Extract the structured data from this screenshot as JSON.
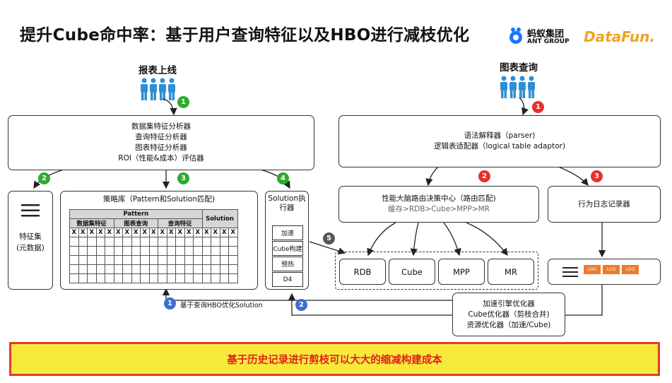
{
  "title": "提升Cube命中率：基于用户查询特征以及HBO进行减枝优化",
  "logos": {
    "ant_cn": "蚂蚁集团",
    "ant_en": "ANT GROUP",
    "datafun": "DataFun."
  },
  "colors": {
    "green": "#2eaa2e",
    "red": "#e8302a",
    "blue": "#3a6fd8",
    "gray": "#555555",
    "banner_bg": "#f7e93c",
    "banner_text": "#e0201b",
    "log_orange": "#f07a2a",
    "people_blue": "#2f8fd6"
  },
  "left": {
    "heading": "报表上线",
    "analyzers": [
      "数据集特征分析器",
      "查询特征分析器",
      "图表特征分析器",
      "ROI（性能&成本）评估器"
    ],
    "feature_set": {
      "icon": "hamburger-icon",
      "line1": "特征集",
      "line2": "(元数据)"
    },
    "strategy": {
      "title": "策略库（Pattern和Solution匹配)",
      "pattern_header": "Pattern",
      "solution_header": "Solution",
      "sub_headers": [
        "数据集特征",
        "图表查询",
        "查询特征"
      ],
      "x_mark": "X"
    },
    "executor": {
      "title": "Solution执行器",
      "buttons": [
        "加速",
        "Cube构建",
        "预热",
        "D4"
      ]
    }
  },
  "right": {
    "heading": "图表查询",
    "parser_lines": [
      "语法解释器（parser)",
      "逻辑表适配器（logical table adaptor)"
    ],
    "router": {
      "line1": "性能大脑路由决策中心（路由匹配)",
      "line2": "缓存>RDB>Cube>MPP>MR"
    },
    "log_recorder": "行为日志记录器",
    "engines": [
      "RDB",
      "Cube",
      "MPP",
      "MR"
    ],
    "log_label": "LOG",
    "optimizer_lines": [
      "加速引擎优化器",
      "Cube优化器（剪枝合并)",
      "资源优化器（加速/Cube)"
    ]
  },
  "badges": {
    "n1": "1",
    "n2": "2",
    "n3": "3",
    "n4": "4",
    "n5": "5"
  },
  "feedback_label": "基于查询HBO优化Solution",
  "banner": "基于历史记录进行剪枝可以大大的缩减构建成本"
}
